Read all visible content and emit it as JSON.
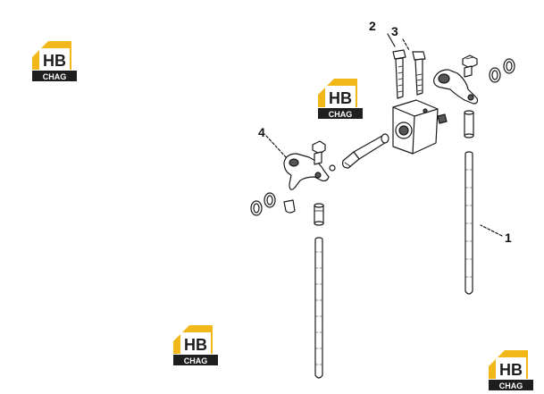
{
  "diagram": {
    "callouts": [
      "1",
      "2",
      "3",
      "4"
    ]
  },
  "watermark": {
    "top_text": "HB",
    "bottom_text": "CHAG",
    "colors": {
      "yellow": "#f2b81a",
      "dark": "#1e1e1e",
      "white": "#ffffff"
    }
  },
  "colors": {
    "line": "#1a1a1a",
    "part_fill": "#ffffff",
    "shade": "#555555"
  }
}
